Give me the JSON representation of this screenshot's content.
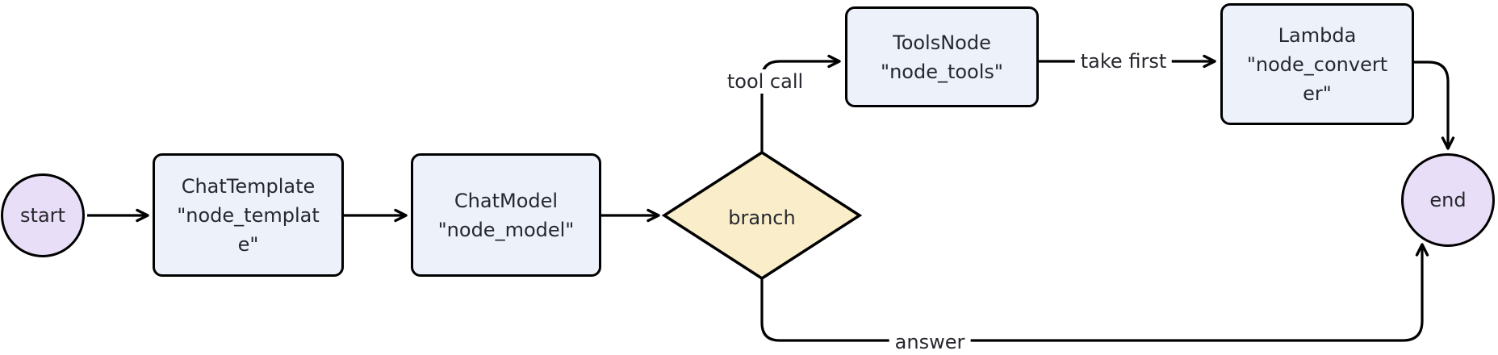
{
  "colors": {
    "background": "#ffffff",
    "terminal_fill": "#e8def7",
    "process_fill": "#ecf1fa",
    "decision_fill": "#faeeca",
    "border": "#000000",
    "text": "#27282f"
  },
  "nodes": {
    "start": {
      "type": "terminal",
      "label": "start"
    },
    "chat_template": {
      "type": "process",
      "lines": [
        "ChatTemplate",
        "\"node_templat",
        "e\""
      ]
    },
    "chat_model": {
      "type": "process",
      "lines": [
        "ChatModel",
        "\"node_model\""
      ]
    },
    "branch": {
      "type": "decision",
      "label": "branch"
    },
    "tools_node": {
      "type": "process",
      "lines": [
        "ToolsNode",
        "\"node_tools\""
      ]
    },
    "converter": {
      "type": "process",
      "lines": [
        "Lambda",
        "\"node_convert",
        "er\""
      ]
    },
    "end": {
      "type": "terminal",
      "label": "end"
    }
  },
  "edge_labels": {
    "tool_call": "tool call",
    "take_first": "take first",
    "answer": "answer"
  }
}
